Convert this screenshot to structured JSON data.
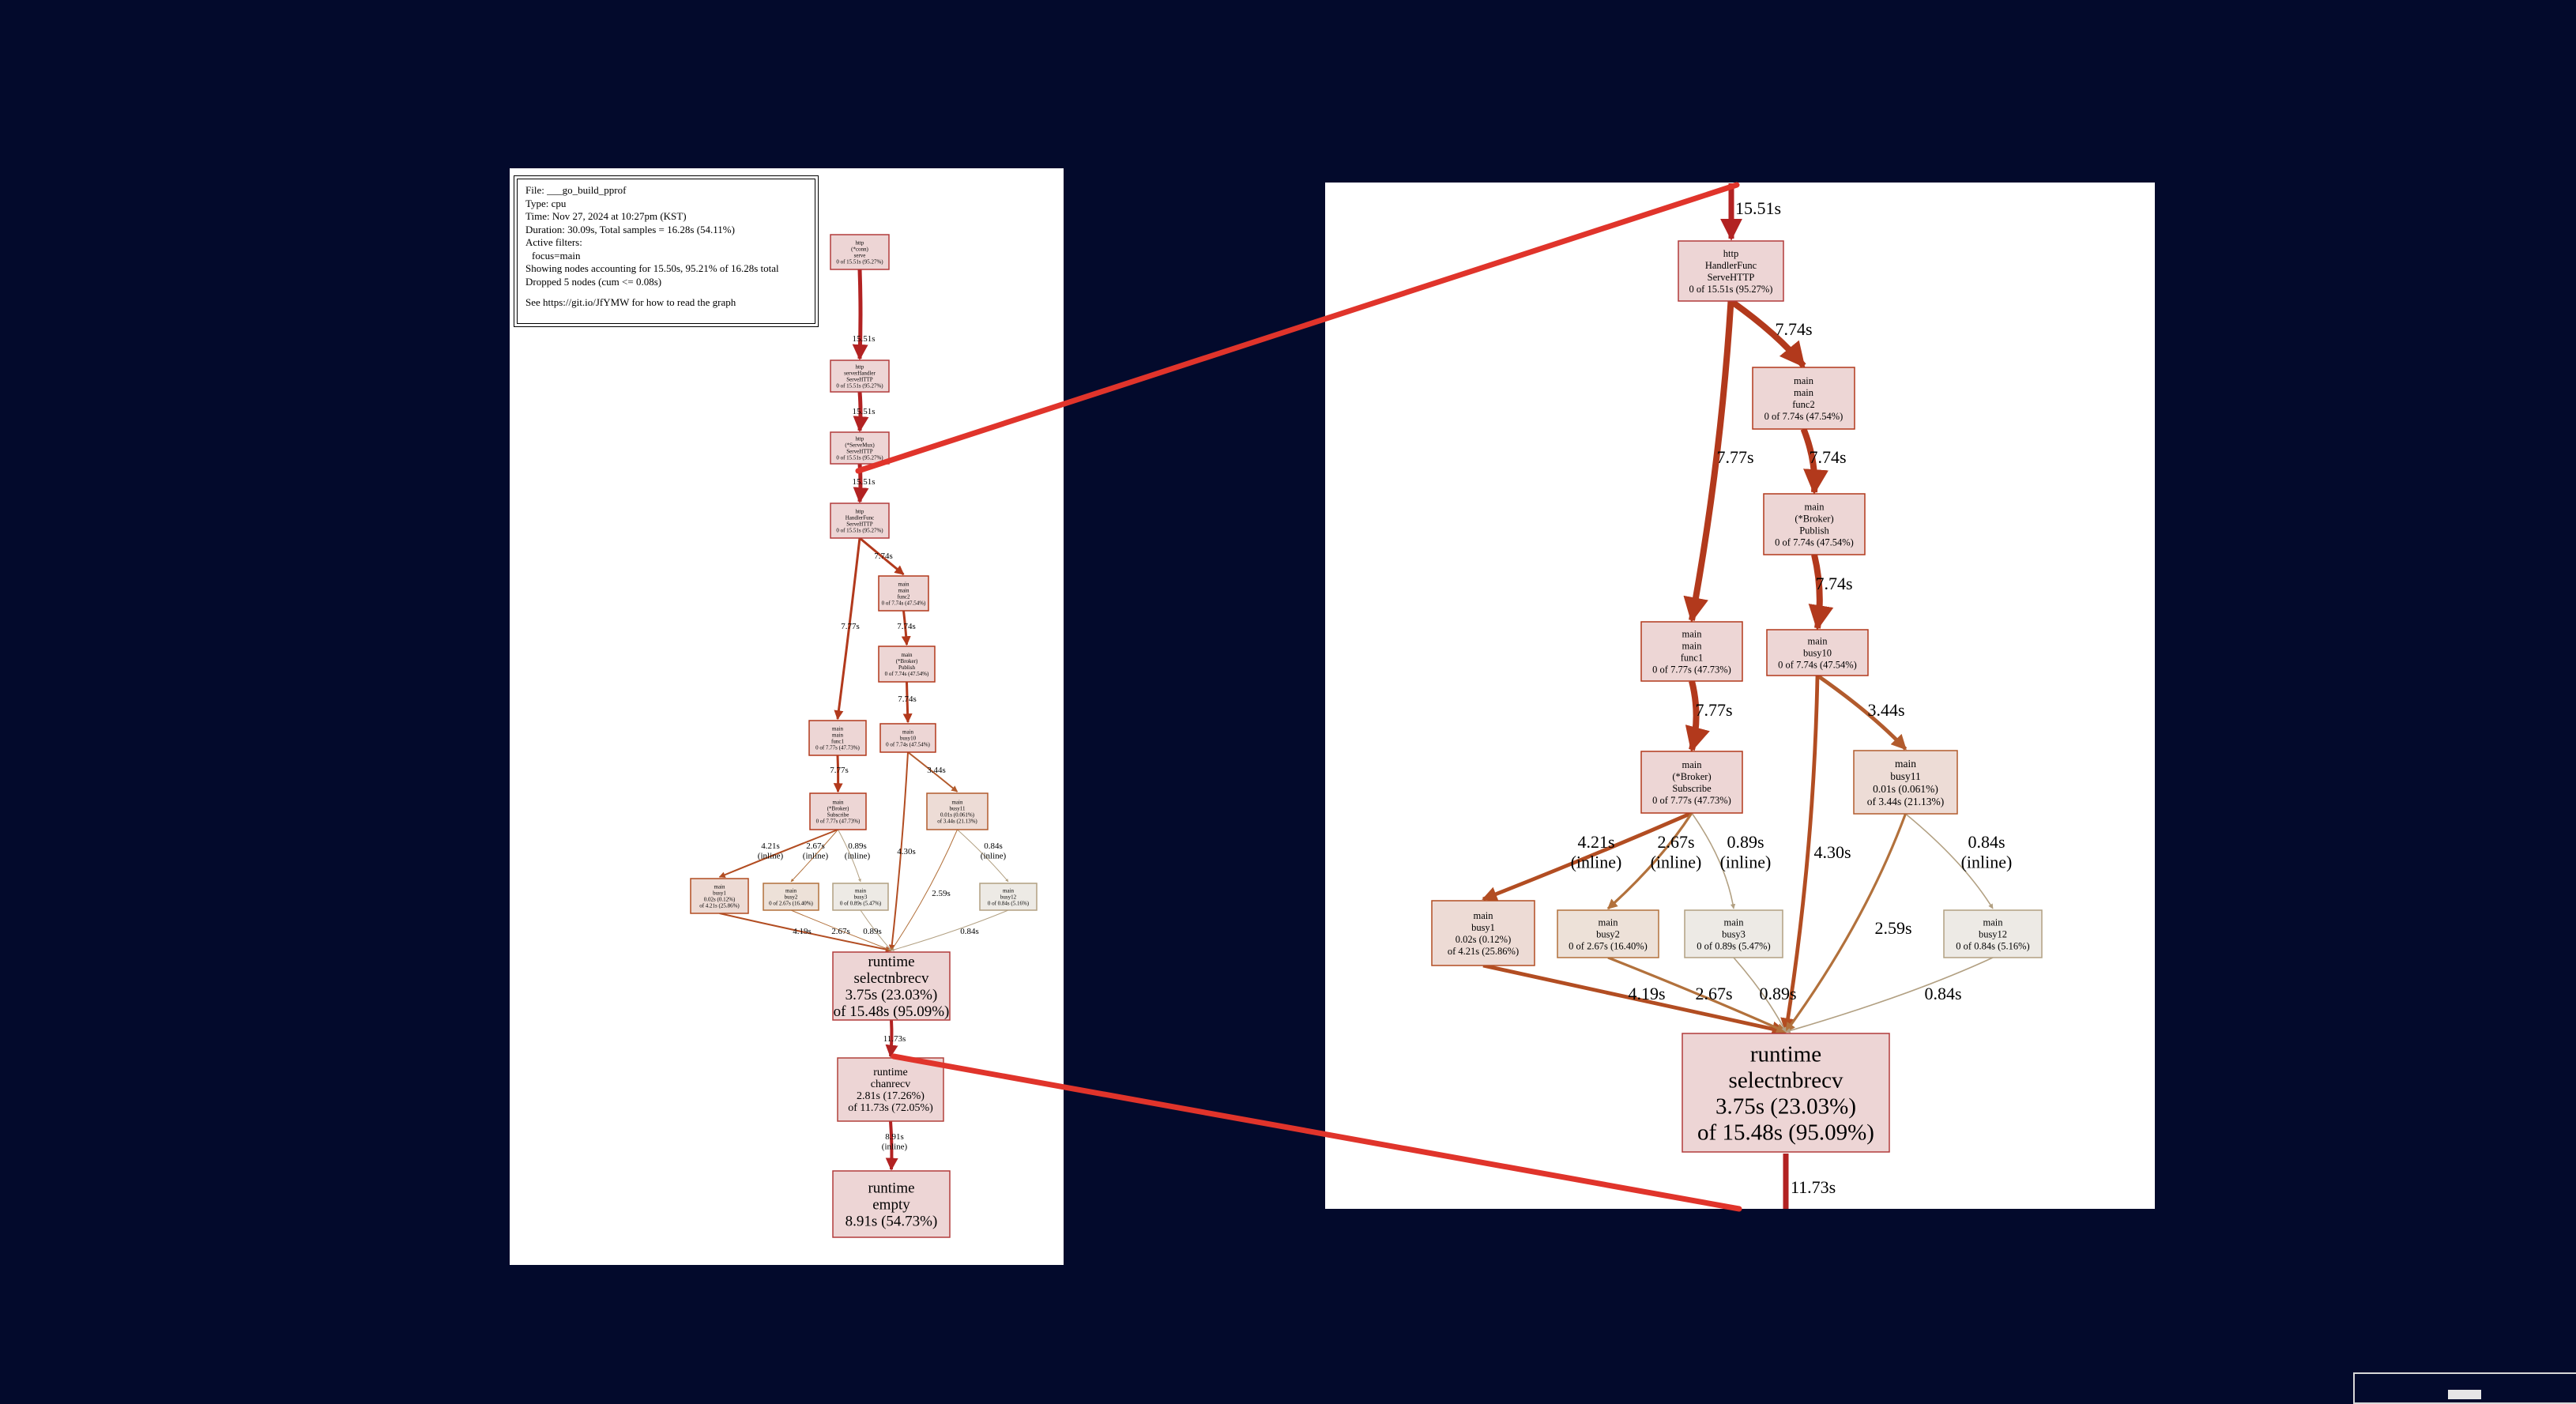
{
  "legend": {
    "file": "File: ___go_build_pprof",
    "type": "Type: cpu",
    "time": "Time: Nov 27, 2024 at 10:27pm (KST)",
    "duration": "Duration: 30.09s, Total samples = 16.28s (54.11%)",
    "filters_title": "Active filters:",
    "filter": "focus=main",
    "showing": "Showing nodes accounting for 15.50s, 95.21% of 16.28s total",
    "dropped": "Dropped 5 nodes (cum <= 0.08s)",
    "help": "See https://git.io/JfYMW for how to read the graph"
  },
  "left_graph": {
    "nodes": [
      {
        "id": "serve",
        "lines": [
          "http",
          "(*conn)",
          "serve",
          "0 of 15.51s (95.27%)"
        ],
        "fill": "#edd5d5",
        "stroke": "#b23b3b",
        "size": "xs"
      },
      {
        "id": "serverHandler",
        "lines": [
          "http",
          "serverHandler",
          "ServeHTTP",
          "0 of 15.51s (95.27%)"
        ],
        "fill": "#edd5d5",
        "stroke": "#b23b3b",
        "size": "xs"
      },
      {
        "id": "ServeMux",
        "lines": [
          "http",
          "(*ServeMux)",
          "ServeHTTP",
          "0 of 15.51s (95.27%)"
        ],
        "fill": "#edd5d5",
        "stroke": "#b23b3b",
        "size": "xs"
      },
      {
        "id": "HandlerFunc",
        "lines": [
          "http",
          "HandlerFunc",
          "ServeHTTP",
          "0 of 15.51s (95.27%)"
        ],
        "fill": "#edd5d5",
        "stroke": "#b23b3b",
        "size": "xs"
      },
      {
        "id": "func2",
        "lines": [
          "main",
          "main",
          "func2",
          "0 of 7.74s (47.54%)"
        ],
        "fill": "#edd6d5",
        "stroke": "#b2391c",
        "size": "xs"
      },
      {
        "id": "Publish",
        "lines": [
          "main",
          "(*Broker)",
          "Publish",
          "0 of 7.74s (47.54%)"
        ],
        "fill": "#edd6d5",
        "stroke": "#b2391c",
        "size": "xs"
      },
      {
        "id": "func1",
        "lines": [
          "main",
          "main",
          "func1",
          "0 of 7.77s (47.73%)"
        ],
        "fill": "#edd6d5",
        "stroke": "#b2391c",
        "size": "xs"
      },
      {
        "id": "busy10",
        "lines": [
          "main",
          "busy10",
          "0 of 7.74s (47.54%)"
        ],
        "fill": "#edd6d5",
        "stroke": "#b2391c",
        "size": "xs"
      },
      {
        "id": "Subscribe",
        "lines": [
          "main",
          "(*Broker)",
          "Subscribe",
          "0 of 7.77s (47.73%)"
        ],
        "fill": "#edd6d5",
        "stroke": "#b2391c",
        "size": "xs"
      },
      {
        "id": "busy11",
        "lines": [
          "main",
          "busy11",
          "0.01s (0.061%)",
          "of 3.44s (21.13%)"
        ],
        "fill": "#eddcd6",
        "stroke": "#b25b2d",
        "size": "xs"
      },
      {
        "id": "busy1",
        "lines": [
          "main",
          "busy1",
          "0.02s (0.12%)",
          "of 4.21s (25.86%)"
        ],
        "fill": "#eddbd5",
        "stroke": "#b24d22",
        "size": "xs"
      },
      {
        "id": "busy2",
        "lines": [
          "main",
          "busy2",
          "0 of 2.67s (16.40%)"
        ],
        "fill": "#ede1d8",
        "stroke": "#b2713c",
        "size": "xs"
      },
      {
        "id": "busy3",
        "lines": [
          "main",
          "busy3",
          "0 of 0.89s (5.47%)"
        ],
        "fill": "#edeae5",
        "stroke": "#b2a082",
        "size": "xs"
      },
      {
        "id": "busy12",
        "lines": [
          "main",
          "busy12",
          "0 of 0.84s (5.16%)"
        ],
        "fill": "#edeae5",
        "stroke": "#b2a082",
        "size": "xs"
      },
      {
        "id": "selectnbrecv",
        "lines": [
          "runtime",
          "selectnbrecv",
          "3.75s (23.03%)",
          "of 15.48s (95.09%)"
        ],
        "fill": "#edd5d5",
        "stroke": "#b23b3b",
        "size": "lg"
      },
      {
        "id": "chanrecv",
        "lines": [
          "runtime",
          "chanrecv",
          "2.81s (17.26%)",
          "of 11.73s (72.05%)"
        ],
        "fill": "#edd5d5",
        "stroke": "#b2413b",
        "size": "md"
      },
      {
        "id": "empty",
        "lines": [
          "runtime",
          "empty",
          "8.91s (54.73%)"
        ],
        "fill": "#edd5d5",
        "stroke": "#b23b3b",
        "size": "lg"
      }
    ],
    "edges": [
      {
        "from": "serve",
        "to": "serverHandler",
        "label": "15.51s",
        "color": "#b22222",
        "weight": 5
      },
      {
        "from": "serverHandler",
        "to": "ServeMux",
        "label": "15.51s",
        "color": "#b22222",
        "weight": 5
      },
      {
        "from": "ServeMux",
        "to": "HandlerFunc",
        "label": "15.51s",
        "color": "#b22222",
        "weight": 5
      },
      {
        "from": "HandlerFunc",
        "to": "func2",
        "label": "7.74s",
        "color": "#b2391c",
        "weight": 3
      },
      {
        "from": "HandlerFunc",
        "to": "func1",
        "label": "7.77s",
        "color": "#b2391c",
        "weight": 3
      },
      {
        "from": "func2",
        "to": "Publish",
        "label": "7.74s",
        "color": "#b2391c",
        "weight": 3
      },
      {
        "from": "Publish",
        "to": "busy10",
        "label": "7.74s",
        "color": "#b2391c",
        "weight": 3
      },
      {
        "from": "func1",
        "to": "Subscribe",
        "label": "7.77s",
        "color": "#b2391c",
        "weight": 3
      },
      {
        "from": "busy10",
        "to": "busy11",
        "label": "3.44s",
        "color": "#b25b2d",
        "weight": 2
      },
      {
        "from": "busy10",
        "to": "selectnbrecv",
        "label": "4.30s",
        "color": "#b24d22",
        "weight": 2
      },
      {
        "from": "Subscribe",
        "to": "busy1",
        "label": "4.21s\n(inline)",
        "color": "#b24d22",
        "weight": 2
      },
      {
        "from": "Subscribe",
        "to": "busy2",
        "label": "2.67s\n(inline)",
        "color": "#b2713c",
        "weight": 1
      },
      {
        "from": "Subscribe",
        "to": "busy3",
        "label": "0.89s\n(inline)",
        "color": "#b2a082",
        "weight": 1
      },
      {
        "from": "busy11",
        "to": "selectnbrecv",
        "label": "2.59s",
        "color": "#b2713c",
        "weight": 1
      },
      {
        "from": "busy11",
        "to": "busy12",
        "label": "0.84s\n(inline)",
        "color": "#b2a082",
        "weight": 1
      },
      {
        "from": "busy1",
        "to": "selectnbrecv",
        "label": "4.19s",
        "color": "#b24d22",
        "weight": 2
      },
      {
        "from": "busy2",
        "to": "selectnbrecv",
        "label": "2.67s",
        "color": "#b2713c",
        "weight": 1
      },
      {
        "from": "busy3",
        "to": "selectnbrecv",
        "label": "0.89s",
        "color": "#b2a082",
        "weight": 1
      },
      {
        "from": "busy12",
        "to": "selectnbrecv",
        "label": "0.84s",
        "color": "#b2a082",
        "weight": 1
      },
      {
        "from": "selectnbrecv",
        "to": "chanrecv",
        "label": "11.73s",
        "color": "#b22222",
        "weight": 4
      },
      {
        "from": "chanrecv",
        "to": "empty",
        "label": "8.91s\n(inline)",
        "color": "#b22222",
        "weight": 4
      }
    ]
  },
  "right_graph": {
    "top_edge_label": "15.51s",
    "bottom_edge_label": "11.73s",
    "nodes": [
      {
        "id": "HandlerFunc",
        "lines": [
          "http",
          "HandlerFunc",
          "ServeHTTP",
          "0 of 15.51s (95.27%)"
        ],
        "fill": "#edd5d5",
        "stroke": "#b23b3b",
        "size": "sm"
      },
      {
        "id": "func2",
        "lines": [
          "main",
          "main",
          "func2",
          "0 of 7.74s (47.54%)"
        ],
        "fill": "#edd6d5",
        "stroke": "#b2391c",
        "size": "sm"
      },
      {
        "id": "Publish",
        "lines": [
          "main",
          "(*Broker)",
          "Publish",
          "0 of 7.74s (47.54%)"
        ],
        "fill": "#edd6d5",
        "stroke": "#b2391c",
        "size": "sm"
      },
      {
        "id": "func1",
        "lines": [
          "main",
          "main",
          "func1",
          "0 of 7.77s (47.73%)"
        ],
        "fill": "#edd6d5",
        "stroke": "#b2391c",
        "size": "sm"
      },
      {
        "id": "busy10",
        "lines": [
          "main",
          "busy10",
          "0 of 7.74s (47.54%)"
        ],
        "fill": "#edd6d5",
        "stroke": "#b2391c",
        "size": "sm"
      },
      {
        "id": "Subscribe",
        "lines": [
          "main",
          "(*Broker)",
          "Subscribe",
          "0 of 7.77s (47.73%)"
        ],
        "fill": "#edd6d5",
        "stroke": "#b2391c",
        "size": "sm"
      },
      {
        "id": "busy11",
        "lines": [
          "main",
          "busy11",
          "0.01s (0.061%)",
          "of 3.44s (21.13%)"
        ],
        "fill": "#eddcd6",
        "stroke": "#b25b2d",
        "size": "sm2"
      },
      {
        "id": "busy1",
        "lines": [
          "main",
          "busy1",
          "0.02s (0.12%)",
          "of 4.21s (25.86%)"
        ],
        "fill": "#eddbd5",
        "stroke": "#b24d22",
        "size": "sm"
      },
      {
        "id": "busy2",
        "lines": [
          "main",
          "busy2",
          "0 of 2.67s (16.40%)"
        ],
        "fill": "#ede1d8",
        "stroke": "#b2713c",
        "size": "sm"
      },
      {
        "id": "busy3",
        "lines": [
          "main",
          "busy3",
          "0 of 0.89s (5.47%)"
        ],
        "fill": "#edeae5",
        "stroke": "#b2a082",
        "size": "sm"
      },
      {
        "id": "busy12",
        "lines": [
          "main",
          "busy12",
          "0 of 0.84s (5.16%)"
        ],
        "fill": "#edeae5",
        "stroke": "#b2a082",
        "size": "sm"
      },
      {
        "id": "selectnbrecv",
        "lines": [
          "runtime",
          "selectnbrecv",
          "3.75s (23.03%)",
          "of 15.48s (95.09%)"
        ],
        "fill": "#edd5d5",
        "stroke": "#b23b3b",
        "size": "xl"
      }
    ],
    "edges": [
      {
        "from": "HandlerFunc",
        "to": "func2",
        "label": "7.74s",
        "color": "#b2391c",
        "weight": 5
      },
      {
        "from": "HandlerFunc",
        "to": "func1",
        "label": "7.77s",
        "color": "#b2391c",
        "weight": 5
      },
      {
        "from": "func2",
        "to": "Publish",
        "label": "7.74s",
        "color": "#b2391c",
        "weight": 5
      },
      {
        "from": "Publish",
        "to": "busy10",
        "label": "7.74s",
        "color": "#b2391c",
        "weight": 5
      },
      {
        "from": "func1",
        "to": "Subscribe",
        "label": "7.77s",
        "color": "#b2391c",
        "weight": 5
      },
      {
        "from": "busy10",
        "to": "busy11",
        "label": "3.44s",
        "color": "#b25b2d",
        "weight": 3
      },
      {
        "from": "busy10",
        "to": "selectnbrecv",
        "label": "4.30s",
        "color": "#b24d22",
        "weight": 3
      },
      {
        "from": "Subscribe",
        "to": "busy1",
        "label": "4.21s\n(inline)",
        "color": "#b24d22",
        "weight": 3
      },
      {
        "from": "Subscribe",
        "to": "busy2",
        "label": "2.67s\n(inline)",
        "color": "#b2713c",
        "weight": 2
      },
      {
        "from": "Subscribe",
        "to": "busy3",
        "label": "0.89s\n(inline)",
        "color": "#b2a082",
        "weight": 1
      },
      {
        "from": "busy11",
        "to": "selectnbrecv",
        "label": "2.59s",
        "color": "#b2713c",
        "weight": 2
      },
      {
        "from": "busy11",
        "to": "busy12",
        "label": "0.84s\n(inline)",
        "color": "#b2a082",
        "weight": 1
      },
      {
        "from": "busy1",
        "to": "selectnbrecv",
        "label": "4.19s",
        "color": "#b24d22",
        "weight": 3
      },
      {
        "from": "busy2",
        "to": "selectnbrecv",
        "label": "2.67s",
        "color": "#b2713c",
        "weight": 2
      },
      {
        "from": "busy3",
        "to": "selectnbrecv",
        "label": "0.89s",
        "color": "#b2a082",
        "weight": 1
      },
      {
        "from": "busy12",
        "to": "selectnbrecv",
        "label": "0.84s",
        "color": "#b2a082",
        "weight": 1
      }
    ]
  },
  "colors": {
    "background": "#030a2c",
    "zoom_connector": "#e0342b"
  }
}
